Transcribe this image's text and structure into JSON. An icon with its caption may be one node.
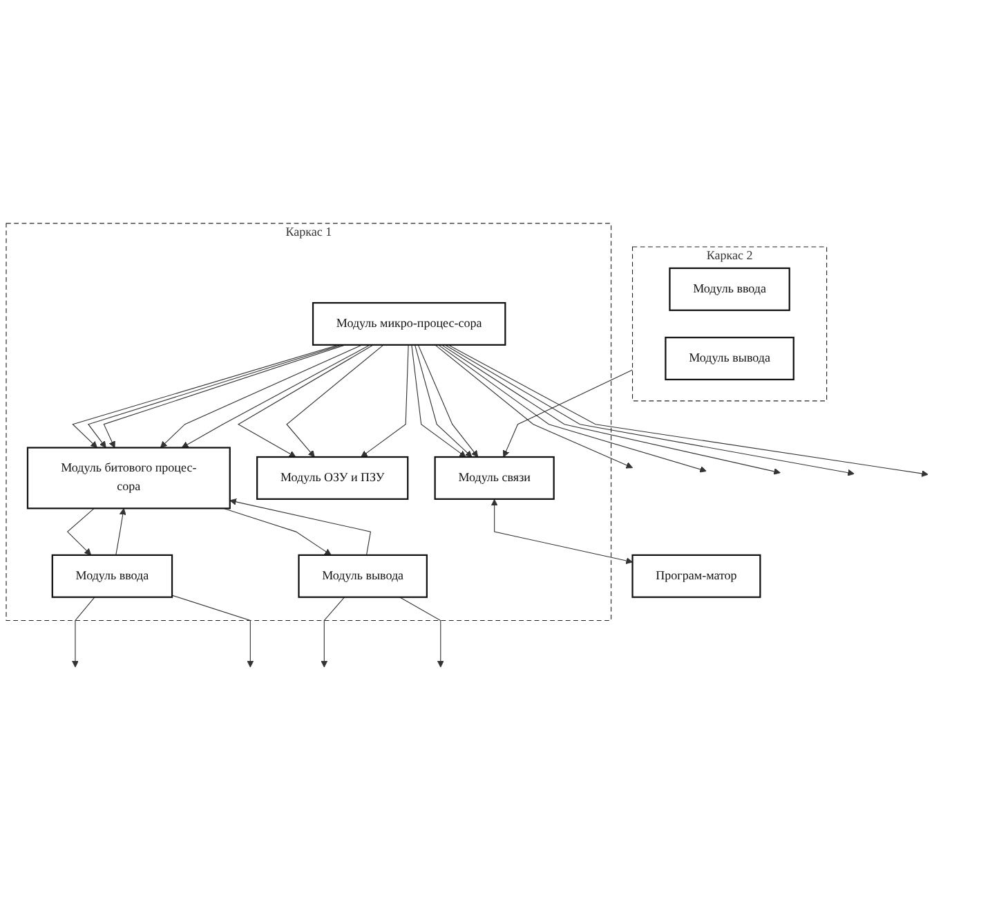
{
  "diagram": {
    "nodes": [
      {
        "text": [
          "Каркас 2"
        ]
      },
      {
        "text": [
          "Модуль ввода"
        ],
        "in": 0
      },
      {
        "text": [
          "Модуль вывода"
        ],
        "in": 0
      },
      {
        "text": [
          "Каркас 1"
        ]
      },
      {
        "text": [
          "Модуль связи"
        ],
        "in": 3
      },
      {
        "text": [
          "Програм-матор"
        ]
      },
      {
        "text": [
          "Модуль микро-процес-сора"
        ],
        "in": 3
      },
      {
        "text": [
          "Модуль ОЗУ и ПЗУ"
        ],
        "in": 3
      },
      {
        "text": [
          "Модуль битового процес-сора"
        ],
        "in": 3
      },
      {
        "text": [
          "Модуль ввода"
        ],
        "in": 3
      },
      {
        "text": [
          "Модуль вывода"
        ],
        "in": 3
      }
    ],
    "edges": [
      {
        "from": 0,
        "to": 4,
        "arrow": "to"
      },
      {
        "from": 4,
        "to": 5,
        "arrow": "both"
      },
      {
        "from": 6,
        "to": 4,
        "arrow": "to"
      },
      {
        "from": 6,
        "to": 4,
        "arrow": "to"
      },
      {
        "from": 6,
        "to": 4,
        "arrow": "to"
      },
      {
        "from": 6,
        "to": null,
        "arrow": "to"
      },
      {
        "from": 6,
        "to": null,
        "arrow": "to"
      },
      {
        "from": 6,
        "to": null,
        "arrow": "to"
      },
      {
        "from": 6,
        "to": null,
        "arrow": "to"
      },
      {
        "from": 6,
        "to": null,
        "arrow": "to"
      },
      {
        "from": 6,
        "to": 7,
        "arrow": "to"
      },
      {
        "from": 6,
        "to": 7,
        "arrow": "to"
      },
      {
        "from": 6,
        "to": 7,
        "arrow": "to"
      },
      {
        "from": 6,
        "to": 8,
        "arrow": "to"
      },
      {
        "from": 6,
        "to": 8,
        "arrow": "to"
      },
      {
        "from": 6,
        "to": 8,
        "arrow": "to"
      },
      {
        "from": 6,
        "to": 8,
        "arrow": "to"
      },
      {
        "from": 6,
        "to": 8,
        "arrow": "to"
      },
      {
        "from": 9,
        "to": 8,
        "arrow": "to"
      },
      {
        "from": 8,
        "to": 9,
        "arrow": "to"
      },
      {
        "from": 10,
        "to": 8,
        "arrow": "to"
      },
      {
        "from": 8,
        "to": 10,
        "arrow": "to"
      },
      {
        "from": 9,
        "to": null,
        "arrow": "to"
      },
      {
        "from": 9,
        "to": null,
        "arrow": "to"
      },
      {
        "from": 10,
        "to": null,
        "arrow": "to"
      },
      {
        "from": 10,
        "to": null,
        "arrow": "to"
      }
    ]
  }
}
